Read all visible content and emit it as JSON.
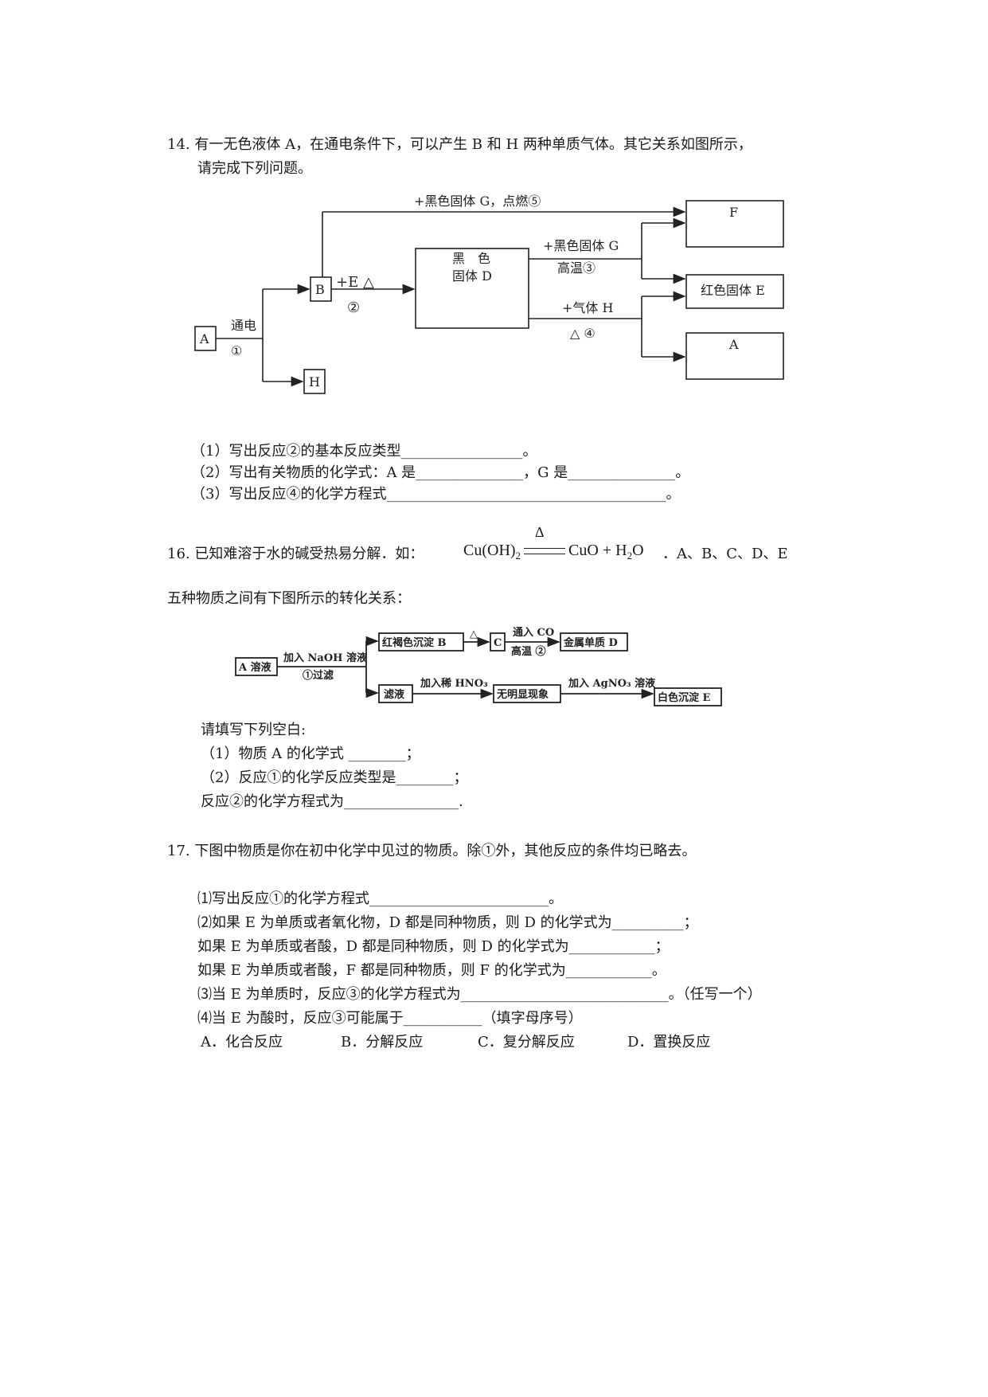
{
  "q14": {
    "stem_line1": "14. 有一无色液体 A，在通电条件下，可以产生 B 和 H 两种单质气体。其它关系如图所示，",
    "stem_line2": "请完成下列问题。",
    "diagram": {
      "node_A": "A",
      "node_B": "B",
      "node_H": "H",
      "node_D_line1": "黑　色",
      "node_D_line2": "固体 D",
      "node_F": "F",
      "node_E": "红色固体 E",
      "node_A2": "A",
      "label_tongdian": "通电",
      "label_1": "①",
      "label_plusE": "+E △",
      "label_2": "②",
      "label_top": "+黑色固体 G，点燃⑤",
      "label_G": "+黑色固体 G",
      "label_gaowen": "高温③",
      "label_H": "+气体 H",
      "label_4": "△ ④"
    },
    "q1": "（1）写出反应②的基本反应类型_________________。",
    "q2": "（2）写出有关物质的化学式：A 是_______________，G 是_______________。",
    "q3": "（3）写出反应④的化学方程式_______________________________________。"
  },
  "q16": {
    "stem_prefix": "16. 已知难溶于水的碱受热易分解．如：",
    "formula_left": "Cu(OH)",
    "formula_sub2": "2",
    "delta": "Δ",
    "formula_right1": "CuO + H",
    "formula_sub2b": "2",
    "formula_right2": "O",
    "stem_suffix": "．A、B、C、D、E",
    "stem_line2": "五种物质之间有下图所示的转化关系：",
    "diagram": {
      "box_A": "A 溶液",
      "label_naoh": "加入 NaOH 溶液",
      "label_guolv": "①过滤",
      "box_B": "红褐色沉淀 B",
      "label_delta": "△",
      "box_C": "C",
      "label_co": "通入 CO",
      "label_gaowen2": "高温 ②",
      "box_D": "金属单质 D",
      "box_filtrate": "滤液",
      "label_hno3": "加入稀 HNO₃",
      "box_none": "无明显现象",
      "label_agno3": "加入 AgNO₃ 溶液",
      "box_E": "白色沉淀 E"
    },
    "fill": "请填写下列空白:",
    "q1": "（1）物质 A 的化学式 ________；",
    "q2": "（2）反应①的化学反应类型是________；",
    "q3": "反应②的化学方程式为________________."
  },
  "q17": {
    "stem": "17. 下图中物质是你在初中化学中见过的物质。除①外，其他反应的条件均已略去。",
    "q1": "⑴写出反应①的化学方程式_________________________。",
    "q2a": "⑵如果 E 为单质或者氧化物，D 都是同种物质，则 D 的化学式为__________；",
    "q2b": "如果 E 为单质或者酸，D 都是同种物质，则 D 的化学式为____________；",
    "q2c": "如果 E 为单质或者酸，F 都是同种物质，则 F 的化学式为____________。",
    "q3": "⑶当 E 为单质时，反应③的化学方程式为_____________________________。（任写一个）",
    "q4": "⑷当 E 为酸时，反应③可能属于___________（填字母序号）",
    "optA": "A．化合反应",
    "optB": "B．分解反应",
    "optC": "C．复分解反应",
    "optD": "D．置换反应"
  }
}
